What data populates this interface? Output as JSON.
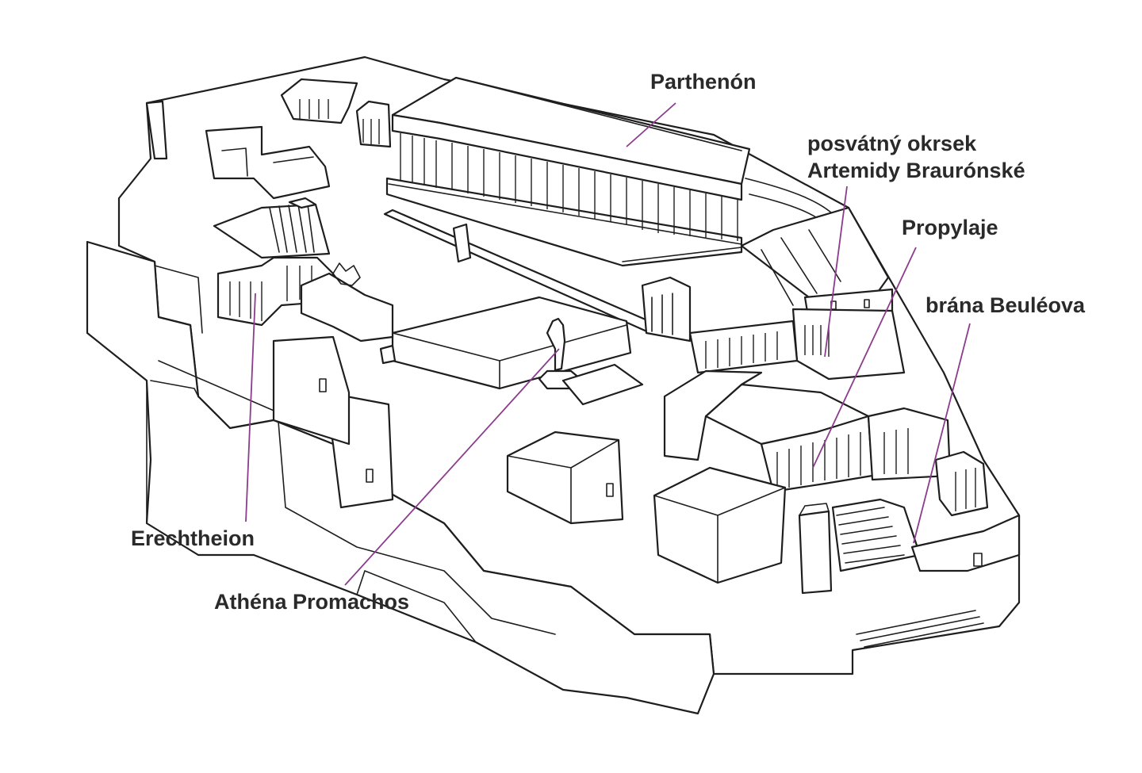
{
  "labels": {
    "parthenon": "Parthenón",
    "sanctuary_line1": "posvátný okrsek",
    "sanctuary_line2": "Artemidy Braurónské",
    "propylaea": "Propylaje",
    "beule_gate": "brána Beuléova",
    "erechtheion": "Erechtheion",
    "athena": "Athéna Promachos"
  },
  "colors": {
    "leader": "#8c3c8c",
    "ink": "#1e1e1e",
    "background": "#ffffff"
  }
}
